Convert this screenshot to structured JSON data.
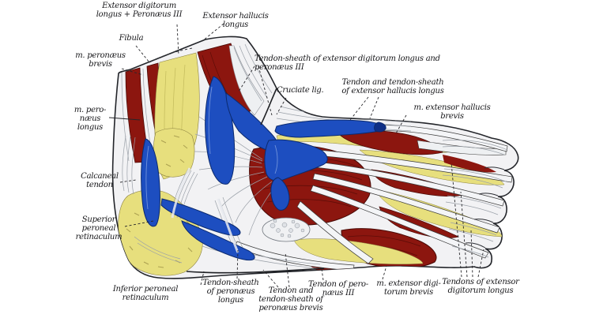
{
  "figure": {
    "description_labels_present": 17,
    "palette": {
      "muscle_red": "#8c160f",
      "bone_yellow": "#e7df7d",
      "sheath_blue": "#1d4ec0",
      "tendon_white": "#f2f2f4",
      "outline_ink": "#23252a",
      "label_ink": "#17171a",
      "background": "#ffffff"
    },
    "labels": {
      "edl_per3": {
        "text": "Extensor digitorum\nlongus + Peronæus III"
      },
      "ehl": {
        "text": "Extensor hallucis longus"
      },
      "fibula": {
        "text": "Fibula"
      },
      "m_peronaeus_brevis": {
        "text": "m. peronæus\nbrevis"
      },
      "sheath_edl_per3": {
        "text": "Tendon-sheath of extensor digitorum longus and peronæus III"
      },
      "cruciate_lig": {
        "text": "Cruciate lig."
      },
      "t_ts_ehl": {
        "text": "Tendon and tendon-sheath\nof extensor hallucis longus"
      },
      "m_ehb": {
        "text": "m. extensor hallucis brevis"
      },
      "m_peronaeus_longus": {
        "text": "m. pero-\nnæus\nlongus"
      },
      "calcaneal_tendon": {
        "text": "Calcaneal\ntendon"
      },
      "sup_per_retinaculum": {
        "text": "Superior\nperoneal\nretinaculum"
      },
      "inf_per_retinaculum": {
        "text": "Inferior peroneal retinaculum"
      },
      "ts_peronaeus_longus": {
        "text": "Tendon-sheath\nof peronæus\nlongus"
      },
      "t_ts_peronaeus_brevis": {
        "text": "Tendon and\ntendon-sheath of\nperonæus brevis"
      },
      "t_peronaeus_3": {
        "text": "Tendon of pero-\nnæus III"
      },
      "m_edb": {
        "text": "m. extensor digi-\ntorum brevis"
      },
      "tendons_edl": {
        "text": "Tendons of extensor\ndigitorum longus"
      }
    }
  }
}
